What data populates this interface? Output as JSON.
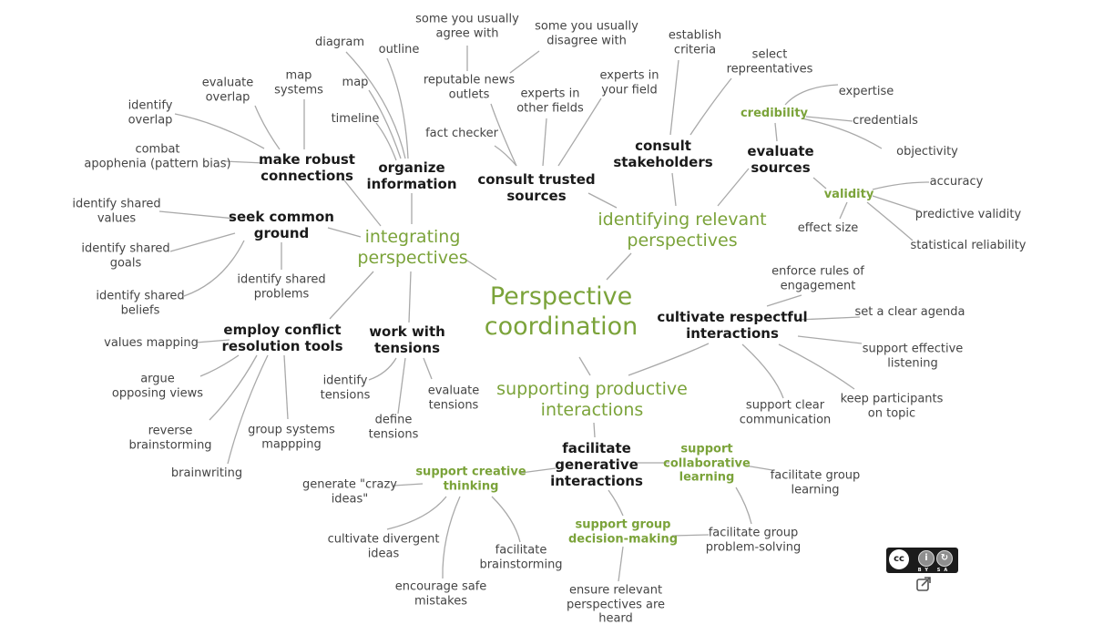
{
  "mindmap": {
    "root": {
      "label": "Perspective\ncoordination"
    },
    "branches": {
      "integrating": {
        "label": "integrating\nperspectives"
      },
      "identifying": {
        "label": "identifying relevant\nperspectives"
      },
      "supporting": {
        "label": "supporting productive\ninteractions"
      }
    },
    "nodes": {
      "make_robust": "make robust\nconnections",
      "organize": "organize\ninformation",
      "seek_common": "seek common\nground",
      "employ_conflict": "employ conflict\nresolution tools",
      "work_tensions": "work with\ntensions",
      "consult_trusted": "consult trusted\nsources",
      "consult_stakeholders": "consult\nstakeholders",
      "evaluate_sources": "evaluate\nsources",
      "cultivate": "cultivate respectful\ninteractions",
      "facilitate_generative": "facilitate\ngenerative\ninteractions"
    },
    "subs": {
      "credibility": "credibility",
      "validity": "validity",
      "support_creative": "support creative\nthinking",
      "support_collab": "support\ncollaborative\nlearning",
      "support_group_decision": "support group\ndecision-making"
    },
    "leaves": {
      "diagram": "diagram",
      "outline": "outline",
      "map": "map",
      "timeline": "timeline",
      "map_systems": "map\nsystems",
      "evaluate_overlap": "evaluate\noverlap",
      "identify_overlap": "identify\noverlap",
      "combat_apophenia": "combat\napophenia (pattern bias)",
      "shared_values": "identify shared\nvalues",
      "shared_goals": "identify shared\ngoals",
      "shared_beliefs": "identify shared\nbeliefs",
      "shared_problems": "identify shared\nproblems",
      "values_mapping": "values mapping",
      "argue_opposing": "argue\nopposing views",
      "reverse_brainstorming": "reverse\nbrainstorming",
      "brainwriting": "brainwriting",
      "group_systems": "group systems\nmappping",
      "identify_tensions": "identify\ntensions",
      "define_tensions": "define\ntensions",
      "evaluate_tensions": "evaluate\ntensions",
      "agree": "some you usually\nagree with",
      "disagree": "some you usually\ndisagree with",
      "news": "reputable news\noutlets",
      "other_fields": "experts in\nother fields",
      "your_field": "experts in\nyour field",
      "fact_checker": "fact checker",
      "criteria": "establish\ncriteria",
      "representatives": "select\nrepreentatives",
      "expertise": "expertise",
      "credentials": "credentials",
      "objectivity": "objectivity",
      "accuracy": "accuracy",
      "predictive": "predictive validity",
      "reliability": "statistical reliability",
      "effect_size": "effect size",
      "enforce_rules": "enforce rules of\nengagement",
      "agenda": "set a clear agenda",
      "listening": "support effective\nlistening",
      "topic": "keep participants\non topic",
      "clear_comm": "support clear\ncommunication",
      "crazy_ideas": "generate \"crazy\nideas\"",
      "divergent": "cultivate divergent\nideas",
      "safe_mistakes": "encourage safe\nmistakes",
      "brainstorming": "facilitate\nbrainstorming",
      "group_learning": "facilitate group\nlearning",
      "problem_solving": "facilitate group\nproblem-solving",
      "relevant_heard": "ensure relevant\nperspectives are\nheard"
    }
  },
  "license": {
    "badge_label": "cc",
    "by_label": "BY",
    "sa_label": "SA"
  },
  "icons": {
    "license": "creative-commons-by-sa-icon",
    "external_link": "external-link-icon"
  },
  "colors": {
    "accent_green": "#7ba33a",
    "line_gray": "#a9a9a9",
    "branch_text": "#1a1a1a",
    "leaf_text": "#444444"
  }
}
